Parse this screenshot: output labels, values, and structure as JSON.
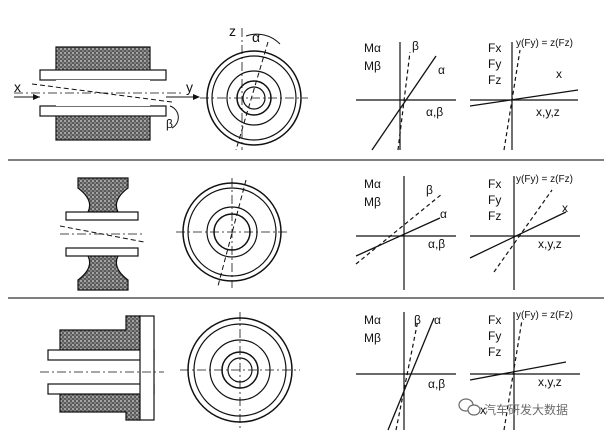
{
  "rows": [
    {
      "section_labels": {
        "x": "x",
        "y": "y",
        "z": "z",
        "alpha": "α",
        "beta": "β"
      },
      "moment_plot": {
        "y_top": "Mα",
        "y_bot": "Mβ",
        "curve_a": "α",
        "curve_b": "β",
        "x_axis": "α,β"
      },
      "force_plot": {
        "y1": "Fx",
        "y2": "Fy",
        "y3": "Fz",
        "relation": "y(Fy) = z(Fz)",
        "curve_x": "x",
        "x_axis": "x,y,z"
      }
    },
    {
      "moment_plot": {
        "y_top": "Mα",
        "y_bot": "Mβ",
        "curve_a": "α",
        "curve_b": "β",
        "x_axis": "α,β"
      },
      "force_plot": {
        "y1": "Fx",
        "y2": "Fy",
        "y3": "Fz",
        "relation": "y(Fy) = z(Fz)",
        "curve_x": "x",
        "x_axis": "x,y,z"
      }
    },
    {
      "moment_plot": {
        "y_top": "Mα",
        "y_bot": "Mβ",
        "curve_a": "α",
        "curve_b": "β",
        "x_axis": "α,β"
      },
      "force_plot": {
        "y1": "Fx",
        "y2": "Fy",
        "y3": "Fz",
        "relation": "y(Fy) = z(Fz)",
        "curve_x": "x",
        "x_axis": "x,y,z"
      }
    }
  ],
  "watermark": {
    "text": "汽车研发大数据",
    "icon": "wechat-icon"
  },
  "colors": {
    "ink": "#111111",
    "hatch_fill": "#3a3a3a",
    "separator": "#555555",
    "watermark": "#6b6b6b"
  }
}
